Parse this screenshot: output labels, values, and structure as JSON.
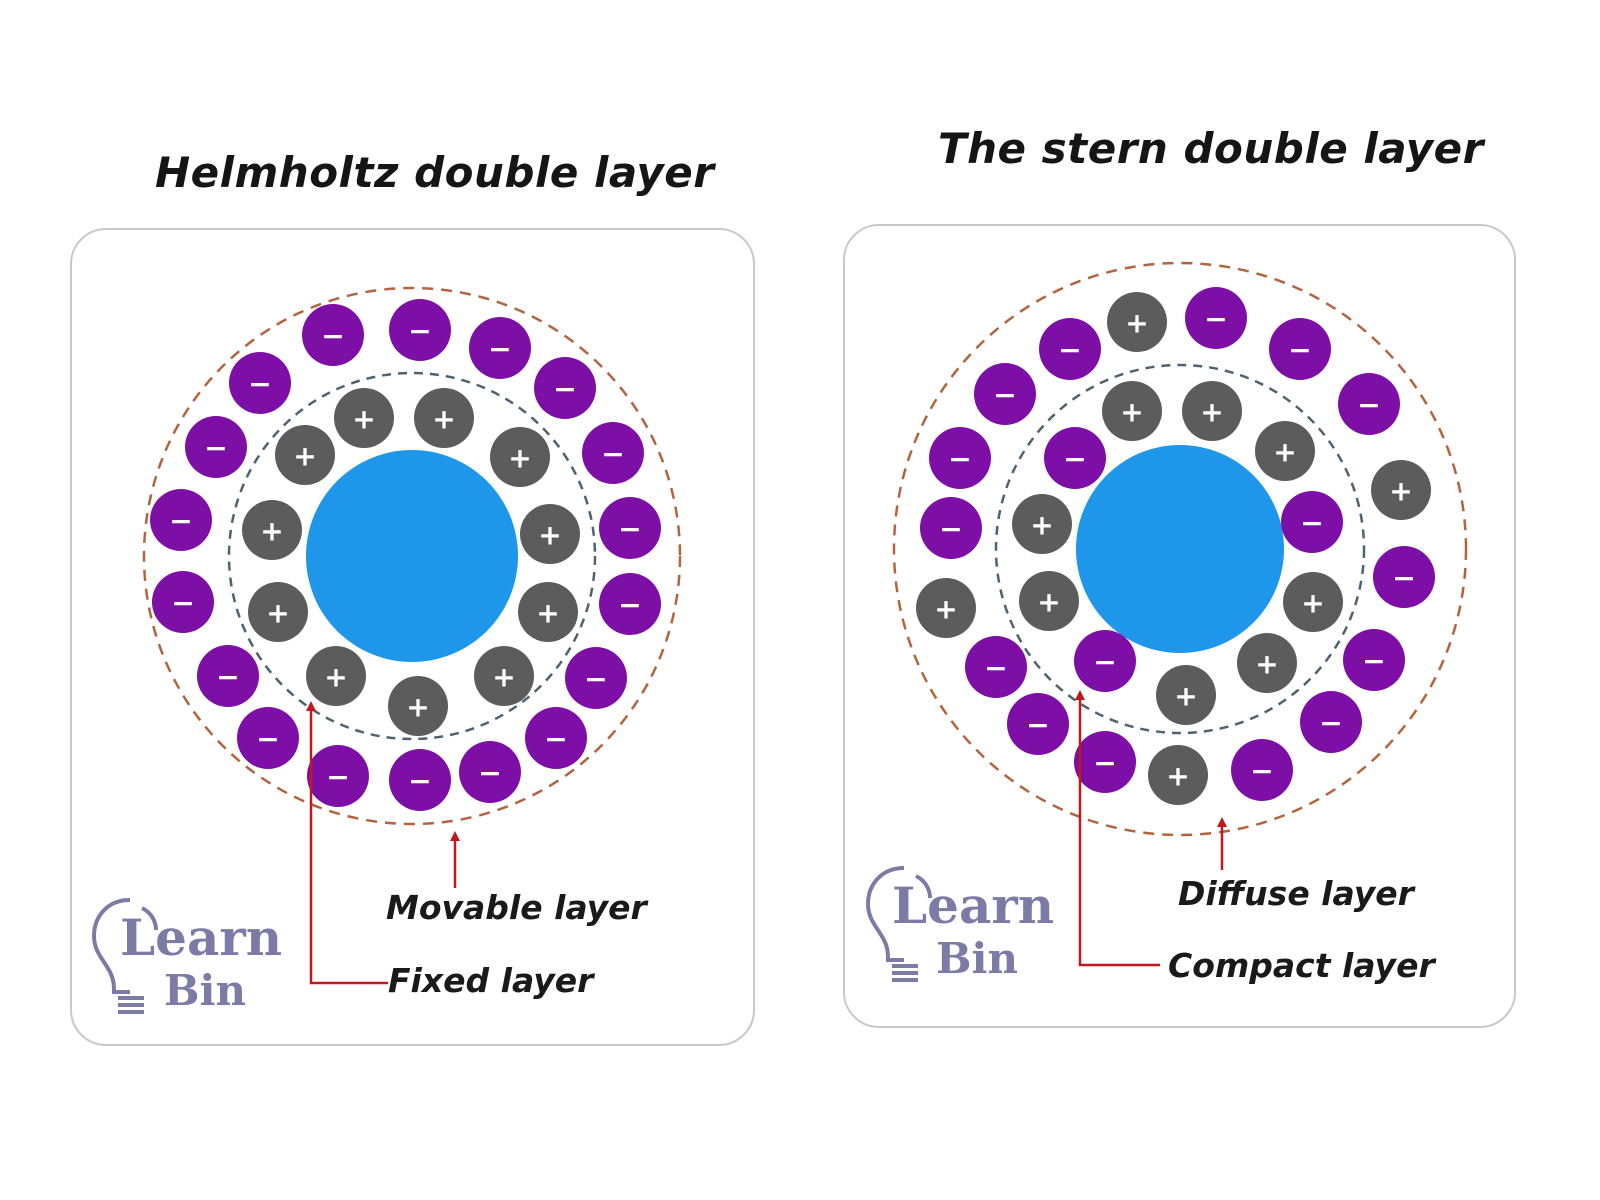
{
  "left_panel": {
    "title": "Helmholtz double layer",
    "labels": {
      "outer": "Movable layer",
      "inner": "Fixed layer"
    },
    "logo": {
      "line1": "Learn",
      "line2": "Bin"
    }
  },
  "right_panel": {
    "title": "The stern double layer",
    "labels": {
      "outer": "Diffuse layer",
      "inner": "Compact layer"
    },
    "logo": {
      "line1": "Learn",
      "line2": "Bin"
    }
  },
  "symbols": {
    "positive": "+",
    "negative": "−"
  },
  "colors": {
    "core": "#1e97ea",
    "cation": "#5c5c5c",
    "anion": "#7d0fa6",
    "outer_ring": "#b3643f",
    "inner_ring": "#4d6470",
    "arrow": "#c0181e",
    "logo": "#7c7ba6"
  }
}
